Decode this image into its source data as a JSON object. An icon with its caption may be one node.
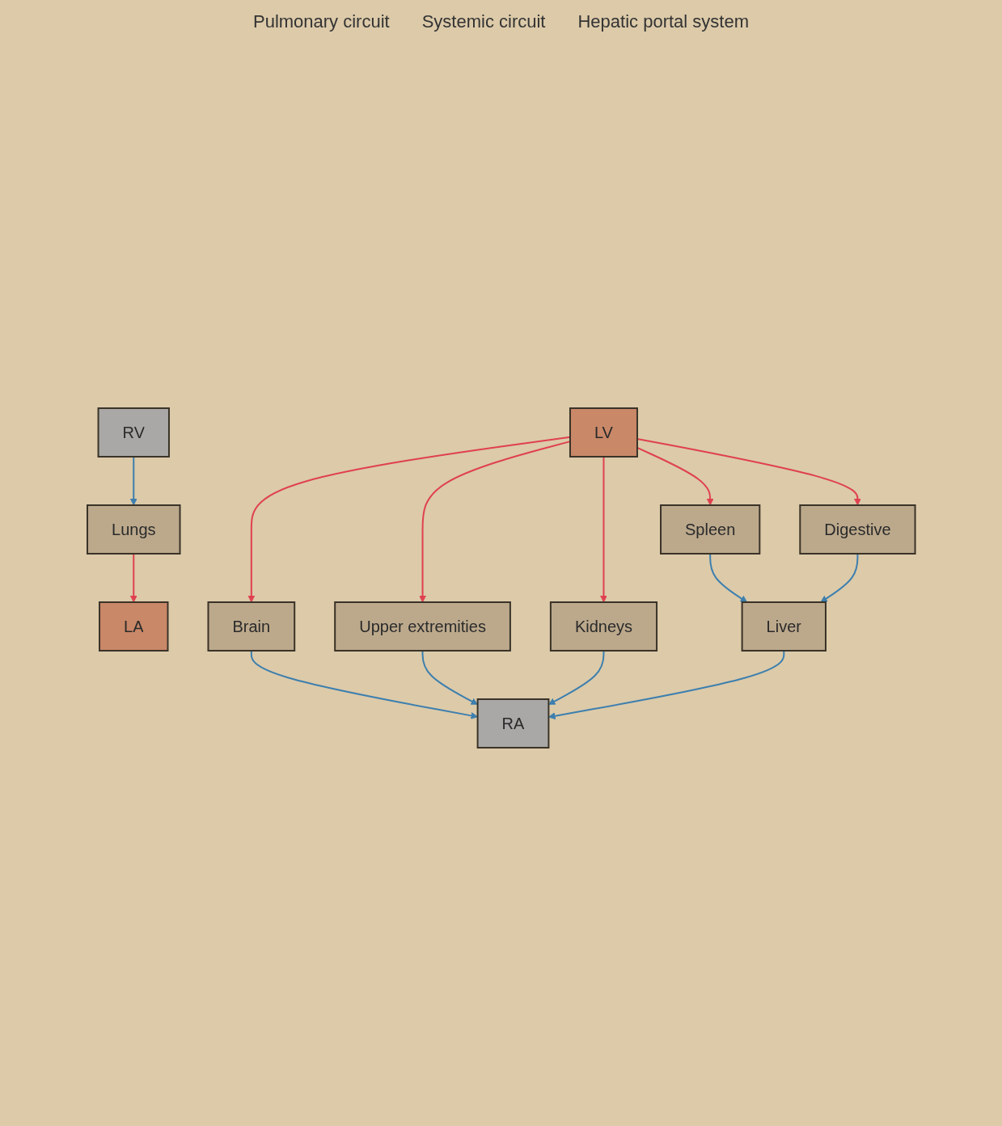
{
  "diagram": {
    "nodes": [
      {
        "text": [
          "Brain"
        ]
      },
      {
        "text": [
          "Upper extremities"
        ]
      },
      {
        "text": [
          "Lungs"
        ]
      },
      {
        "text": [
          "RA"
        ]
      },
      {
        "text": [
          "LA"
        ]
      },
      {
        "text": [
          "RV"
        ]
      },
      {
        "text": [
          "LV"
        ]
      },
      {
        "text": [
          "Kidneys"
        ]
      },
      {
        "text": [
          "Spleen"
        ]
      },
      {
        "text": [
          "Digestive"
        ]
      },
      {
        "text": [
          "Liver"
        ]
      }
    ],
    "edges": [
      {
        "from": 0,
        "to": 3,
        "arrow": "to"
      },
      {
        "from": 1,
        "to": 3,
        "arrow": "to"
      },
      {
        "from": 5,
        "to": 2,
        "arrow": "to"
      },
      {
        "from": 2,
        "to": 4,
        "arrow": "to",
        "color": "#e0404f"
      },
      {
        "from": 6,
        "to": 0,
        "arrow": "to",
        "color": "#e0404f"
      },
      {
        "from": 6,
        "to": 1,
        "arrow": "to",
        "color": "#e0404f"
      },
      {
        "from": 6,
        "to": 7,
        "arrow": "to",
        "color": "#e0404f"
      },
      {
        "from": 6,
        "to": 8,
        "arrow": "to",
        "color": "#e0404f"
      },
      {
        "from": 6,
        "to": 9,
        "arrow": "to",
        "color": "#e0404f"
      },
      {
        "from": 7,
        "to": 3,
        "arrow": "to"
      },
      {
        "from": 8,
        "to": 10,
        "arrow": "to"
      },
      {
        "from": 9,
        "to": 10,
        "arrow": "to"
      },
      {
        "from": 10,
        "to": 3,
        "arrow": "to"
      }
    ],
    "labels": [
      "Pulmonary circuit",
      "Systemic circuit",
      "Hepatic portal system"
    ]
  }
}
